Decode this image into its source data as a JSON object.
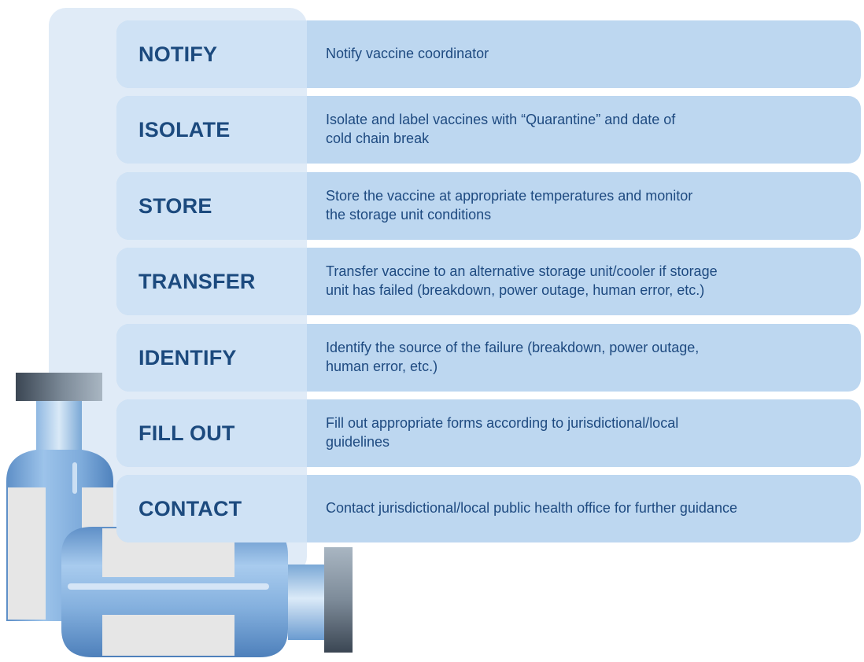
{
  "steps": [
    {
      "label": "NOTIFY",
      "description": "Notify vaccine coordinator"
    },
    {
      "label": "ISOLATE",
      "description": "Isolate and label vaccines with “Quarantine” and date of\ncold chain break"
    },
    {
      "label": "STORE",
      "description": "Store the vaccine at appropriate temperatures and monitor\nthe storage unit conditions"
    },
    {
      "label": "TRANSFER",
      "description": "Transfer vaccine to an alternative storage unit/cooler if storage\nunit has failed (breakdown, power outage, human error, etc.)"
    },
    {
      "label": "IDENTIFY",
      "description": "Identify the source of the failure (breakdown, power outage,\nhuman error, etc.)"
    },
    {
      "label": "FILL OUT",
      "description": "Fill out appropriate forms according to jurisdictional/local\nguidelines"
    },
    {
      "label": "CONTACT",
      "description": "Contact jurisdictional/local public health office for further guidance"
    }
  ],
  "colors": {
    "panel": "#e0ebf7",
    "label_cell": "#cfe2f5",
    "desc_cell": "#bdd7f0",
    "label_text": "#1c4a7e",
    "desc_text": "#1e4a80",
    "vial_body": "#6f9fd4",
    "vial_cap": "#3c4a5a"
  },
  "icons": [
    "vaccine-vial-upright-icon",
    "vaccine-vial-lying-icon"
  ]
}
